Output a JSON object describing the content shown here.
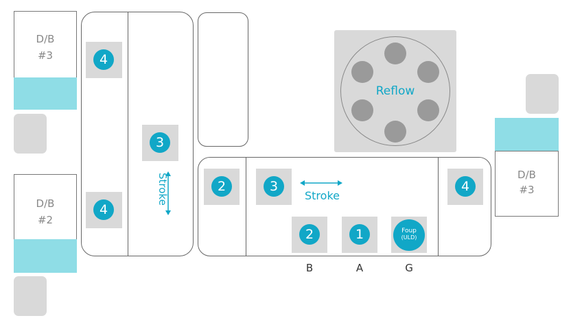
{
  "db_left_top": {
    "line1": "D/B",
    "line2": "#3"
  },
  "db_left_bottom": {
    "line1": "D/B",
    "line2": "#2"
  },
  "db_right": {
    "line1": "D/B",
    "line2": "#3"
  },
  "reflow": {
    "label": "Reflow"
  },
  "left_unit": {
    "top_station": "4",
    "mid_station": "3",
    "bottom_station": "4",
    "stroke_label": "Stroke"
  },
  "bottom_unit": {
    "left_station": "2",
    "mid_station": "3",
    "stroke_label": "Stroke",
    "station_b": "2",
    "station_a": "1",
    "foup_line1": "Foup",
    "foup_line2": "(ULD)",
    "right_station": "4"
  },
  "labels": {
    "b": "B",
    "a": "A",
    "g": "G"
  },
  "colors": {
    "accent": "#11a7c7",
    "cyan_band": "#8fdde6",
    "grey_block": "#d9d9d9"
  }
}
